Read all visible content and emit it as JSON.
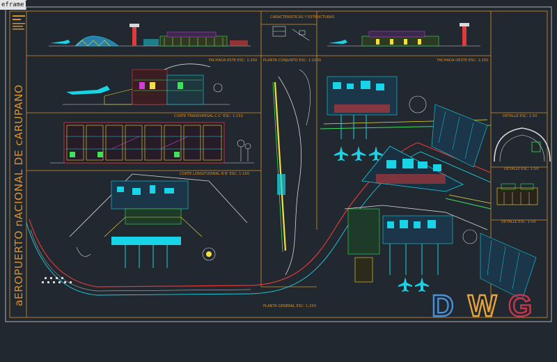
{
  "window": {
    "frame_tab": "eframe]"
  },
  "sheet": {
    "vertical_title": "aEROPUERTO nACIONAL DE cARUPANO",
    "top_note": "CARACTERISTICAS Y ESTRUCTURAS",
    "view_labels": [
      "FACHADA ESTE ESC: 1:250",
      "PLANTA CONJUNTO ESC: 1:1000",
      "FACHADA OESTE ESC: 1:250",
      "CORTE TRANSVERSAL C-C' ESC: 1:150",
      "CORTE LONGITUDINAL B-B' ESC: 1:150",
      "DETALLE ESC: 1:50",
      "DETALLE ESC: 1:50",
      "DETALLE ESC: 1:50",
      "PLANTA GENERAL ESC: 1:250"
    ]
  },
  "watermark": {
    "letters": [
      "D",
      "W",
      "G"
    ],
    "colors": [
      "#4a90d9",
      "#e8a33a",
      "#c9354a"
    ]
  },
  "colors": {
    "background": "#212830",
    "frame_orange": "#d9902f",
    "cyan": "#19d3e6",
    "green": "#3fe35a",
    "yellow": "#f2e040",
    "red": "#e03a3a",
    "magenta": "#d23fd2"
  }
}
